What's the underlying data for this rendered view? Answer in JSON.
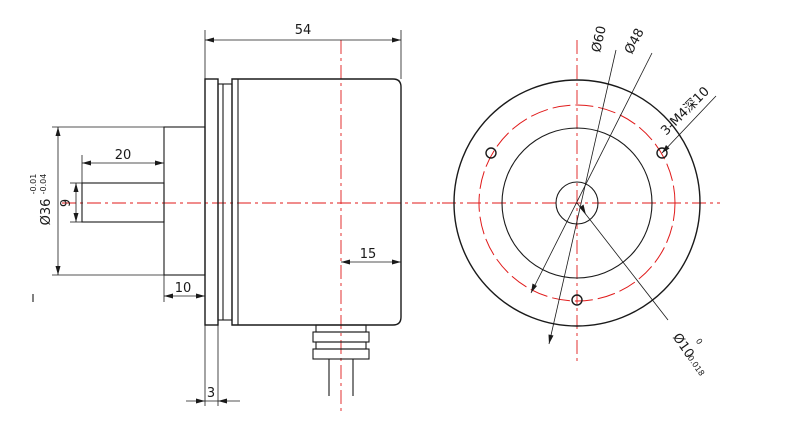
{
  "dimensions": {
    "overall_length": "54",
    "shaft_length": "20",
    "shaft_diameter": "9",
    "pilot_diameter": "Ø36",
    "pilot_tol_upper": "-0.01",
    "pilot_tol_lower": "-0.04",
    "pilot_length": "10",
    "flange_thickness": "3",
    "cable_offset": "15",
    "outer_diameter": "Ø60",
    "pcd_diameter": "Ø48",
    "mount_holes": "3-M4深10",
    "bore_diameter": "Ø10",
    "bore_tol_upper": "0",
    "bore_tol_lower": "-0.018"
  },
  "colors": {
    "outline": "#1a1a1a",
    "centerline": "#e01a1a"
  }
}
